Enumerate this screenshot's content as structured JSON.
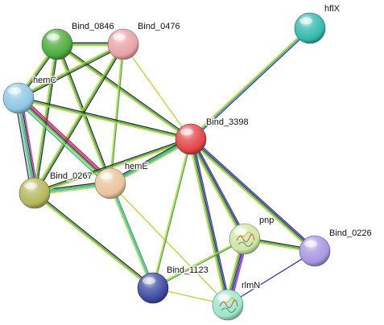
{
  "network": {
    "nodes": [
      {
        "id": "bind_0846",
        "label": "Bind_0846",
        "color": "#4cab3c",
        "has_structure": false
      },
      {
        "id": "bind_0476",
        "label": "Bind_0476",
        "color": "#e8a2a6",
        "has_structure": false
      },
      {
        "id": "hflx",
        "label": "hflX",
        "color": "#33b8ad",
        "has_structure": false
      },
      {
        "id": "hemc",
        "label": "hemC",
        "color": "#8dc7e4",
        "has_structure": false
      },
      {
        "id": "bind_3398",
        "label": "Bind_3398",
        "color": "#e24446",
        "has_structure": false
      },
      {
        "id": "heme",
        "label": "hemE",
        "color": "#e9c39b",
        "has_structure": false
      },
      {
        "id": "bind_0267",
        "label": "Bind_0267",
        "color": "#b4b55a",
        "has_structure": false
      },
      {
        "id": "pnp",
        "label": "pnp",
        "color": "#cfe6a4",
        "has_structure": true
      },
      {
        "id": "bind_0226",
        "label": "Bind_0226",
        "color": "#a796e2",
        "has_structure": false
      },
      {
        "id": "bind_1123",
        "label": "Bind_1123",
        "color": "#3c4aa0",
        "has_structure": false
      },
      {
        "id": "rlmn",
        "label": "rlmN",
        "color": "#9de6cb",
        "has_structure": true
      }
    ],
    "edge_colors": {
      "neighborhood": "#3aa63a",
      "fusion": "#d21f1f",
      "cooccurrence": "#2b2be0",
      "coexpression": "#2a2a2a",
      "experiments": "#c21fd0",
      "databases": "#18b6c8",
      "textmining": "#b7d82a",
      "homology": "#7373f0"
    },
    "edges": [
      {
        "source": "bind_0846",
        "target": "bind_0476",
        "evidence": [
          "coexpression",
          "neighborhood",
          "textmining"
        ]
      },
      {
        "source": "bind_0846",
        "target": "hemc",
        "evidence": [
          "coexpression",
          "neighborhood",
          "textmining"
        ]
      },
      {
        "source": "bind_0846",
        "target": "bind_0267",
        "evidence": [
          "coexpression",
          "neighborhood",
          "textmining"
        ]
      },
      {
        "source": "bind_0846",
        "target": "heme",
        "evidence": [
          "coexpression",
          "neighborhood",
          "textmining"
        ]
      },
      {
        "source": "bind_0846",
        "target": "bind_3398",
        "evidence": [
          "coexpression",
          "neighborhood",
          "textmining"
        ]
      },
      {
        "source": "bind_0476",
        "target": "hemc",
        "evidence": [
          "coexpression",
          "neighborhood",
          "textmining"
        ]
      },
      {
        "source": "bind_0476",
        "target": "bind_0267",
        "evidence": [
          "coexpression",
          "neighborhood",
          "textmining"
        ]
      },
      {
        "source": "bind_0476",
        "target": "heme",
        "evidence": [
          "neighborhood",
          "textmining"
        ]
      },
      {
        "source": "bind_0476",
        "target": "bind_3398",
        "evidence": [
          "textmining"
        ]
      },
      {
        "source": "hemc",
        "target": "bind_0267",
        "evidence": [
          "experiments",
          "coexpression",
          "neighborhood",
          "databases",
          "textmining",
          "cooccurrence"
        ]
      },
      {
        "source": "hemc",
        "target": "heme",
        "evidence": [
          "fusion",
          "experiments",
          "coexpression",
          "neighborhood",
          "textmining",
          "databases"
        ]
      },
      {
        "source": "hemc",
        "target": "bind_3398",
        "evidence": [
          "coexpression",
          "neighborhood",
          "textmining"
        ]
      },
      {
        "source": "bind_0267",
        "target": "heme",
        "evidence": [
          "coexpression",
          "neighborhood",
          "databases",
          "textmining"
        ]
      },
      {
        "source": "bind_0267",
        "target": "bind_3398",
        "evidence": [
          "coexpression",
          "neighborhood",
          "textmining"
        ]
      },
      {
        "source": "bind_0267",
        "target": "bind_1123",
        "evidence": [
          "coexpression",
          "neighborhood",
          "textmining"
        ]
      },
      {
        "source": "heme",
        "target": "bind_3398",
        "evidence": [
          "coexpression",
          "neighborhood",
          "databases",
          "textmining"
        ]
      },
      {
        "source": "heme",
        "target": "bind_1123",
        "evidence": [
          "neighborhood",
          "databases",
          "textmining"
        ]
      },
      {
        "source": "heme",
        "target": "rlmn",
        "evidence": [
          "textmining"
        ]
      },
      {
        "source": "hflx",
        "target": "bind_3398",
        "evidence": [
          "cooccurrence",
          "neighborhood",
          "textmining"
        ]
      },
      {
        "source": "bind_3398",
        "target": "pnp",
        "evidence": [
          "cooccurrence",
          "coexpression",
          "neighborhood",
          "textmining"
        ]
      },
      {
        "source": "bind_3398",
        "target": "bind_0226",
        "evidence": [
          "cooccurrence",
          "coexpression",
          "neighborhood",
          "textmining"
        ]
      },
      {
        "source": "bind_3398",
        "target": "rlmn",
        "evidence": [
          "cooccurrence",
          "coexpression",
          "neighborhood",
          "textmining"
        ]
      },
      {
        "source": "bind_3398",
        "target": "bind_1123",
        "evidence": [
          "neighborhood",
          "textmining"
        ]
      },
      {
        "source": "pnp",
        "target": "rlmn",
        "evidence": [
          "experiments",
          "cooccurrence",
          "coexpression",
          "neighborhood",
          "textmining"
        ]
      },
      {
        "source": "pnp",
        "target": "bind_0226",
        "evidence": [
          "coexpression",
          "neighborhood",
          "textmining"
        ]
      },
      {
        "source": "pnp",
        "target": "bind_1123",
        "evidence": [
          "neighborhood",
          "textmining"
        ]
      },
      {
        "source": "bind_0226",
        "target": "rlmn",
        "evidence": [
          "cooccurrence"
        ]
      },
      {
        "source": "bind_1123",
        "target": "rlmn",
        "evidence": [
          "textmining"
        ]
      }
    ]
  }
}
